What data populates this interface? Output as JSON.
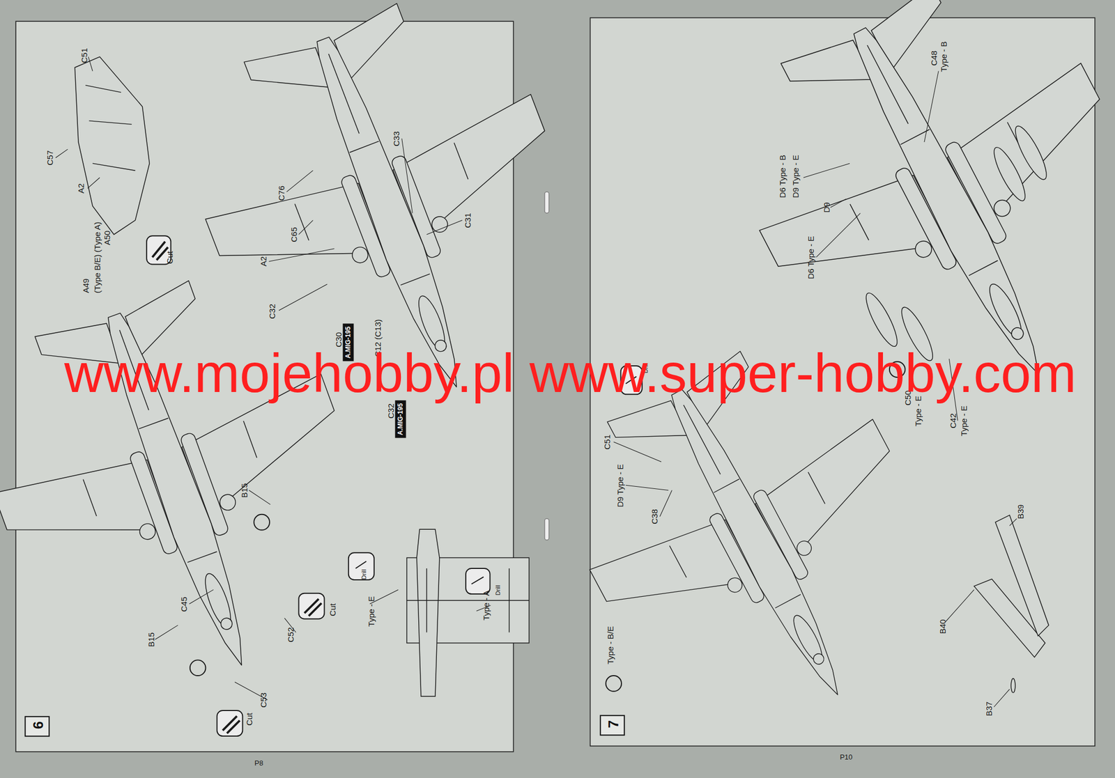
{
  "diagram": {
    "nodes": [
      {
        "text": [
          "6"
        ]
      },
      {
        "text": [
          "A.MIG-195"
        ]
      },
      {
        "text": [
          "A.MIG-195"
        ]
      },
      {
        "text": [
          "7"
        ]
      }
    ],
    "labels": [
      "C51",
      "C57",
      "A2",
      "A50",
      "(Type B/E) (Type A)",
      "A49",
      "Cut",
      "C76",
      "C65",
      "A2",
      "C33",
      "C31",
      "C32",
      "C30",
      "C12 (C13)",
      "C32",
      "www.mojehobby.pl www.super-hobby.com",
      "B15",
      "C45",
      "B15",
      "C52",
      "Cut",
      "C53",
      "Cut",
      "Drill",
      "Type - E",
      "Drill",
      "Type - A",
      "P8",
      "C48",
      "Type - B",
      "D6 Type - B",
      "D9 Type - E",
      "D9",
      "D6 Type - E",
      "C50",
      "Type - E",
      "C42",
      "Type - E",
      "Drill",
      "C51",
      "D9 Type - E",
      "C38",
      "B39",
      "B40",
      "B37",
      "Type - B/E",
      "P10"
    ]
  }
}
